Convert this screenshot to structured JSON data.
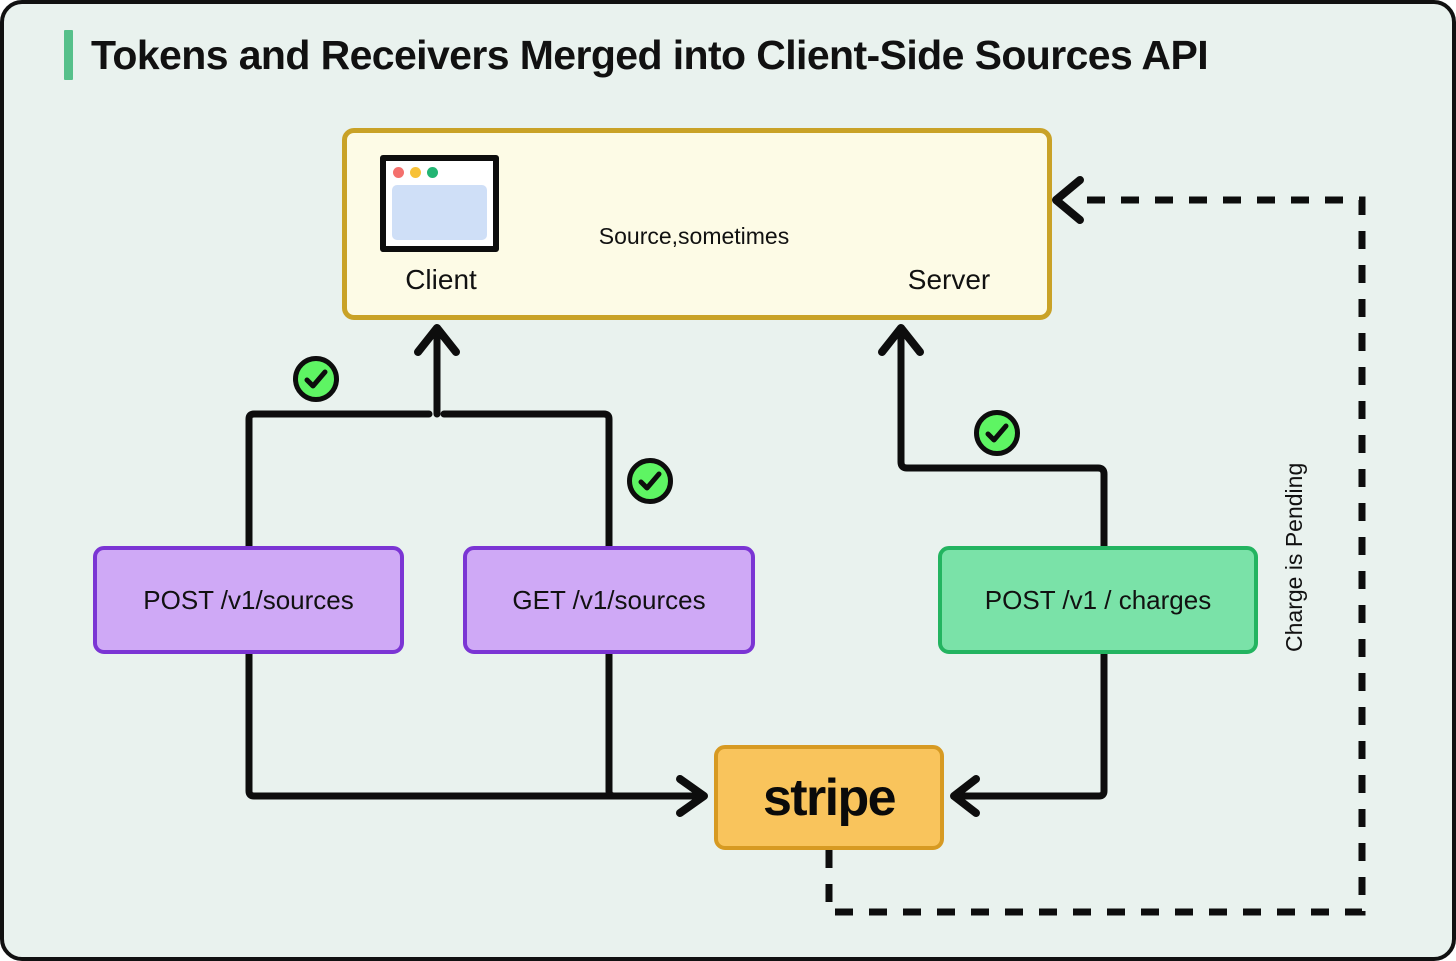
{
  "title": {
    "text": "Tokens and Receivers Merged into Client-Side Sources API",
    "accent_color": "#56c08a"
  },
  "colors": {
    "background": "#e9f2ee",
    "container_fill": "#fdfbe6",
    "container_border": "#c9a227",
    "purple_fill": "#cfa9f6",
    "purple_border": "#7b35d4",
    "green_fill": "#7ae2a8",
    "green_border": "#23b460",
    "stripe_fill": "#f9c45c",
    "stripe_border": "#d79a22",
    "check_fill": "#5ef563",
    "line": "#0d0d0d"
  },
  "container": {
    "client": {
      "label": "Client",
      "icon": "browser-window-icon"
    },
    "server": {
      "label": "Server",
      "icon": "server-rack-icon"
    },
    "flow_label": "Source,sometimes"
  },
  "endpoints": [
    {
      "id": "post-sources",
      "label": "POST /v1/sources",
      "style": "purple"
    },
    {
      "id": "get-sources",
      "label": "GET /v1/sources",
      "style": "purple"
    },
    {
      "id": "post-charges",
      "label": "POST /v1 / charges",
      "style": "green"
    }
  ],
  "stripe": {
    "label": "stripe"
  },
  "checks": [
    {
      "id": "check-1",
      "icon": "check-circle-icon"
    },
    {
      "id": "check-2",
      "icon": "check-circle-icon"
    },
    {
      "id": "check-3",
      "icon": "check-circle-icon"
    }
  ],
  "annotations": {
    "pending": "Charge is Pending"
  }
}
